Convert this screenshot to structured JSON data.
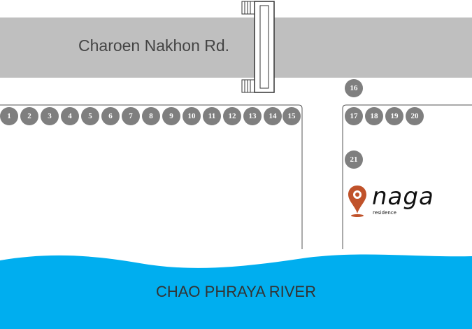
{
  "road": {
    "name": "Charoen Nakhon Rd.",
    "color": "#bfbfbf"
  },
  "river": {
    "name": "CHAO PHRAYA RIVER",
    "color": "#00aeef"
  },
  "markers": {
    "color": "#7f7f7f",
    "labels": [
      "1",
      "2",
      "3",
      "4",
      "5",
      "6",
      "7",
      "8",
      "9",
      "10",
      "11",
      "12",
      "13",
      "14",
      "15",
      "16",
      "17",
      "18",
      "19",
      "20",
      "21"
    ]
  },
  "logo": {
    "name": "naga",
    "subtitle": "residence",
    "pin_color": "#c0522a",
    "icon": "location-pin-icon"
  }
}
